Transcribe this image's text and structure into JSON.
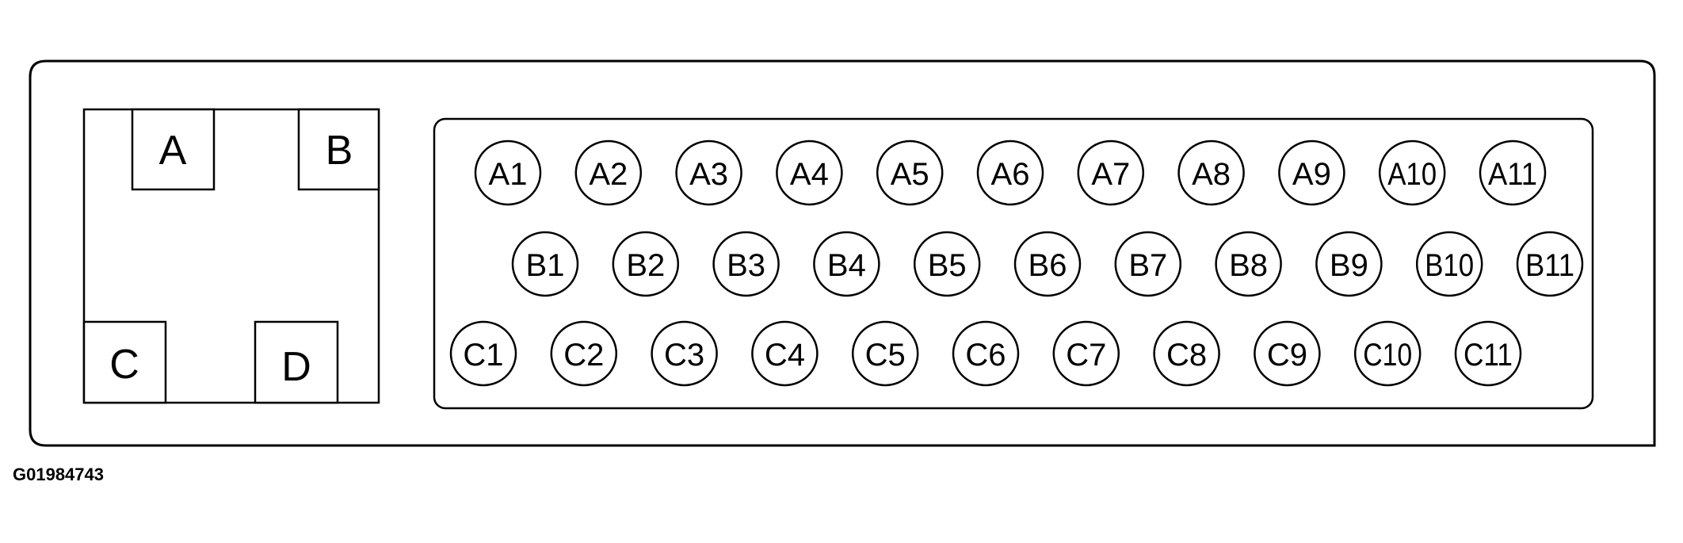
{
  "figure_id": "G01984743",
  "cavities": [
    {
      "label": "A"
    },
    {
      "label": "B"
    },
    {
      "label": "C"
    },
    {
      "label": "D"
    }
  ],
  "pin_rows": [
    {
      "row": "A",
      "pins": [
        "A1",
        "A2",
        "A3",
        "A4",
        "A5",
        "A6",
        "A7",
        "A8",
        "A9",
        "A10",
        "A11"
      ]
    },
    {
      "row": "B",
      "pins": [
        "B1",
        "B2",
        "B3",
        "B4",
        "B5",
        "B6",
        "B7",
        "B8",
        "B9",
        "B10",
        "B11"
      ]
    },
    {
      "row": "C",
      "pins": [
        "C1",
        "C2",
        "C3",
        "C4",
        "C5",
        "C6",
        "C7",
        "C8",
        "C9",
        "C10",
        "C11"
      ]
    }
  ]
}
